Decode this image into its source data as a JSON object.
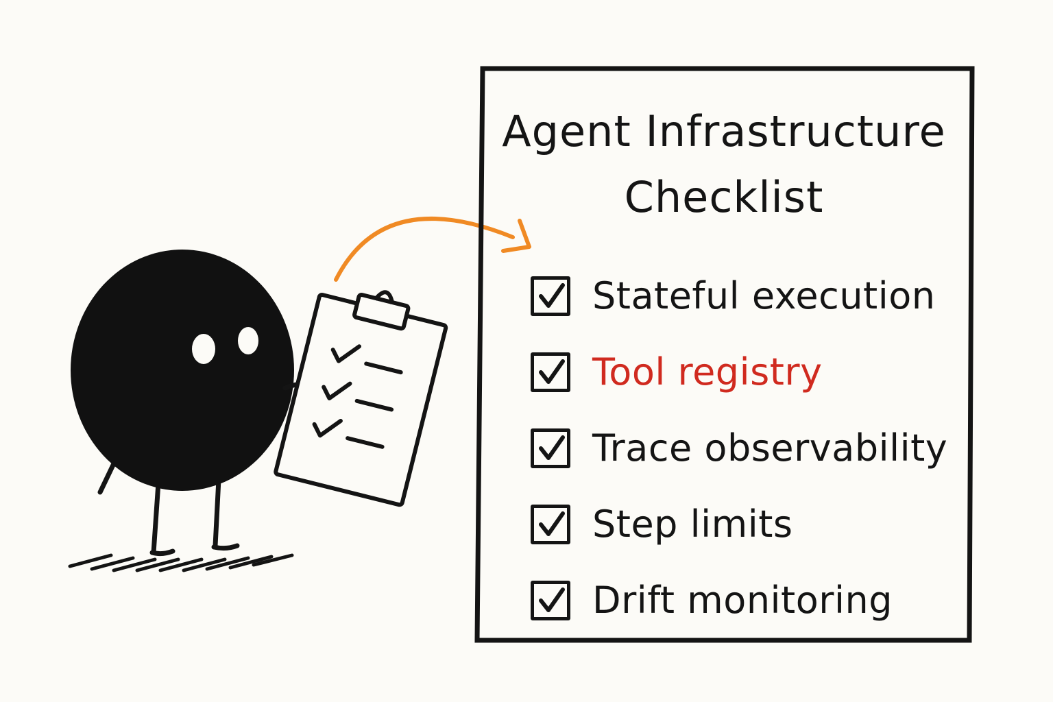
{
  "checklist": {
    "title_line1": "Agent Infrastructure",
    "title_line2": "Checklist",
    "items": [
      {
        "label": "Stateful execution",
        "checked": true,
        "color": "#141414"
      },
      {
        "label": "Tool registry",
        "checked": true,
        "color": "#d02a1f"
      },
      {
        "label": "Trace observability",
        "checked": true,
        "color": "#141414"
      },
      {
        "label": "Step limits",
        "checked": true,
        "color": "#141414"
      },
      {
        "label": "Drift monitoring",
        "checked": true,
        "color": "#141414"
      }
    ]
  },
  "colors": {
    "ink": "#141414",
    "background": "#fcfbf7",
    "accent_red": "#d02a1f",
    "arrow_orange": "#f08a24"
  },
  "icons": {
    "character": "round-blob-character",
    "clipboard": "clipboard-icon",
    "arrow": "curved-arrow-icon",
    "check": "checkmark-icon"
  }
}
